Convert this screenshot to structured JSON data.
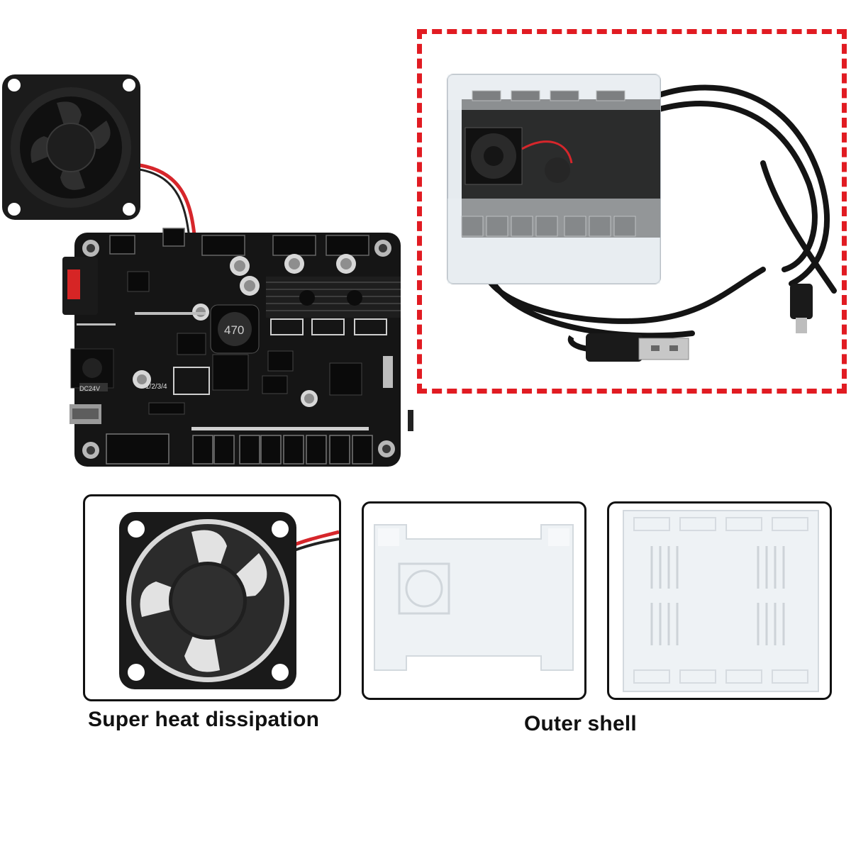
{
  "captions": {
    "left": "Super heat dissipation",
    "right": "Outer shell"
  },
  "board_silkscreen": {
    "model": "1/2/3/4",
    "inductor": "470",
    "power": "DC24V"
  },
  "colors": {
    "highlight_dash": "#e11b22",
    "pcb": "#151515",
    "acrylic": "#e9eef2",
    "wire_red": "#d6262b",
    "text": "#111111"
  },
  "icons": {
    "fan": "cooling-fan",
    "board": "control-board",
    "cable": "usb-cable"
  }
}
